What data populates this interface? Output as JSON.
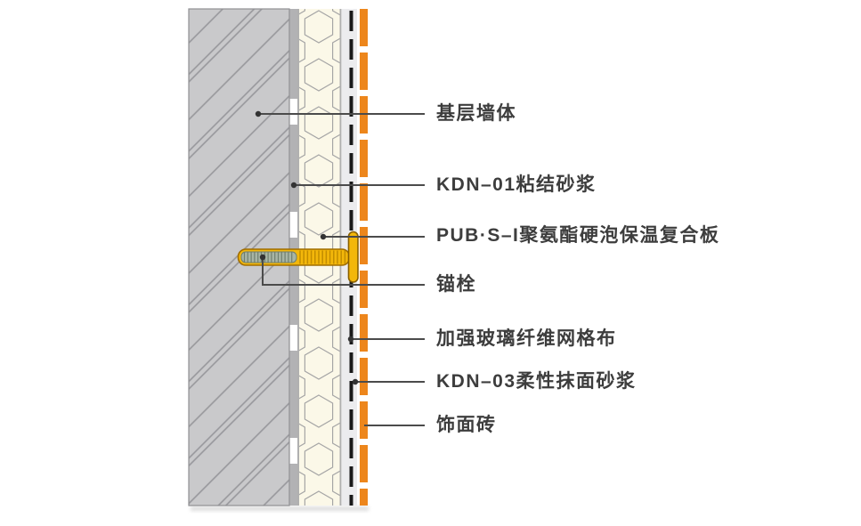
{
  "diagram": {
    "labels": [
      {
        "id": "base-wall",
        "text": "基层墙体"
      },
      {
        "id": "bonding-mortar",
        "text": "KDN–01粘结砂浆"
      },
      {
        "id": "insulation-board",
        "text": "PUB·S–I聚氨酯硬泡保温复合板"
      },
      {
        "id": "anchor-bolt",
        "text": "锚栓"
      },
      {
        "id": "fiberglass-mesh",
        "text": "加强玻璃纤维网格布"
      },
      {
        "id": "finish-mortar",
        "text": "KDN–03柔性抹面砂浆"
      },
      {
        "id": "facing-tile",
        "text": "饰面砖"
      }
    ],
    "colors": {
      "wall_gray": "#c9c9cb",
      "wall_hatch": "#97979b",
      "wall_border": "#8f8f92",
      "mortar_dab_gray": "#b2b2b4",
      "insulation_cream": "#fbf8e8",
      "insulation_border": "#b0b0b0",
      "hex_line": "#a6a6a6",
      "finish_mortar_gray": "#ececee",
      "mesh_black": "#1a1a1a",
      "tile_orange": "#ed861c",
      "bolt_yellow": "#f3b70a",
      "bolt_outline": "#a06d00",
      "screw_gray": "#a8b5a5",
      "screw_rib": "#6e7e6e",
      "leader_line": "#4b4b4b",
      "label_text": "#3d3d3d"
    }
  }
}
